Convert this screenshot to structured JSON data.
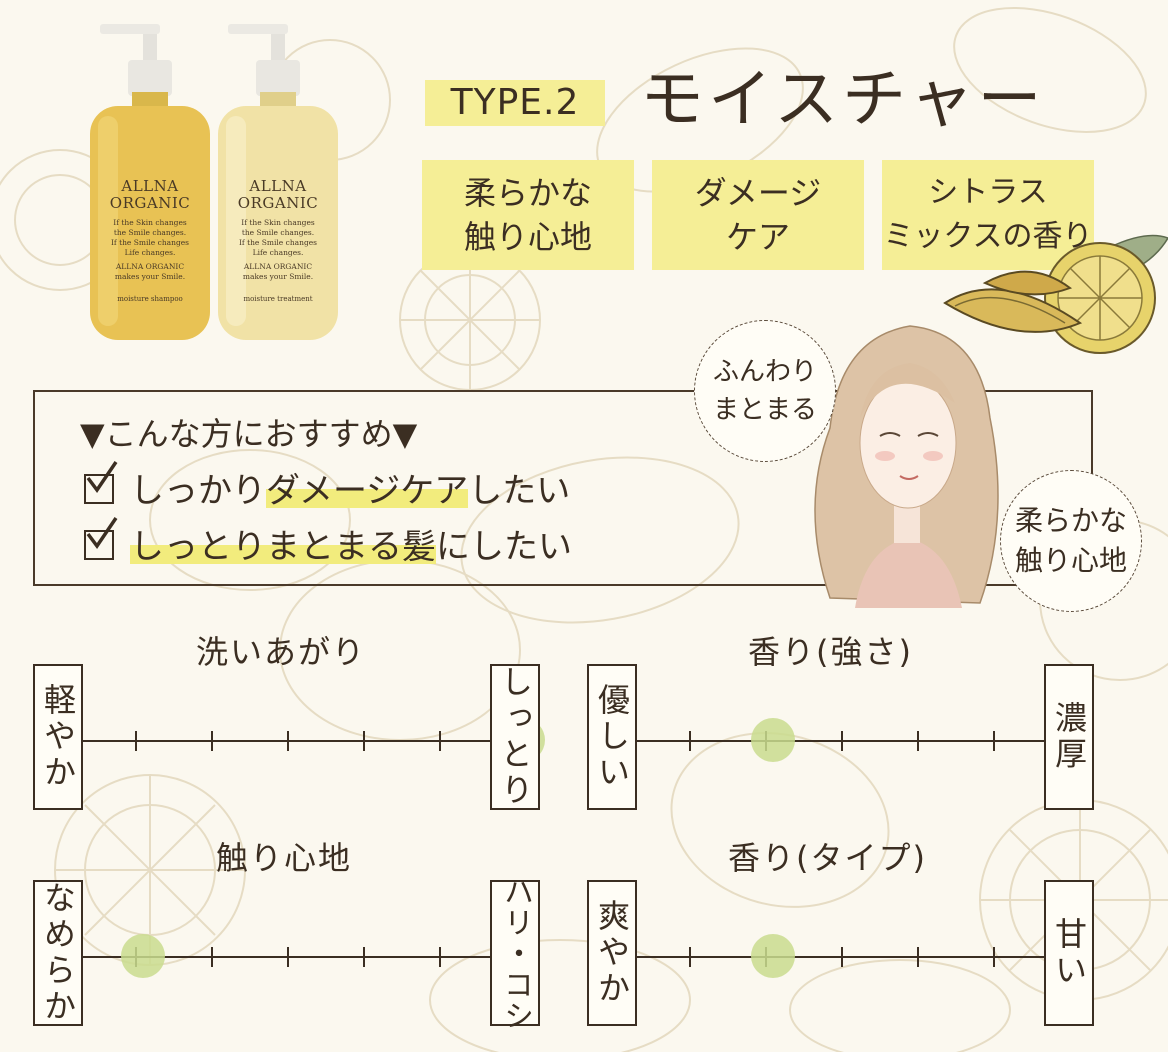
{
  "bottles": [
    {
      "brand_line1": "ALLNA",
      "brand_line2": "ORGANIC",
      "tagline": [
        "If the Skin changes",
        "the Smile changes.",
        "If the Smile changes",
        "Life changes."
      ],
      "tagline2": [
        "ALLNA ORGANIC",
        "makes your Smile."
      ],
      "product": "moisture shampoo"
    },
    {
      "brand_line1": "ALLNA",
      "brand_line2": "ORGANIC",
      "tagline": [
        "If the Skin changes",
        "the Smile changes.",
        "If the Smile changes",
        "Life changes."
      ],
      "tagline2": [
        "ALLNA ORGANIC",
        "makes your Smile."
      ],
      "product": "moisture treatment"
    }
  ],
  "type_label": "TYPE.2",
  "title": "モイスチャー",
  "features": [
    {
      "line1": "柔らかな",
      "line2": "触り心地"
    },
    {
      "line1": "ダメージ",
      "line2": "ケア"
    },
    {
      "line1": "シトラス",
      "line2": "ミックスの香り"
    }
  ],
  "recommend": {
    "heading": "▼こんな方におすすめ▼",
    "items": [
      {
        "pre": "しっかり",
        "highlight": "ダメージケア",
        "post": "したい"
      },
      {
        "pre": "",
        "highlight": "しっとりまとまる髪",
        "post": "にしたい"
      }
    ]
  },
  "bubbles": [
    {
      "line1": "ふんわり",
      "line2": "まとまる"
    },
    {
      "line1": "柔らかな",
      "line2": "触り心地"
    }
  ],
  "scales": [
    {
      "title": "洗いあがり",
      "left": "軽やか",
      "right": "しっとり",
      "value": 5,
      "steps": 6
    },
    {
      "title": "香り(強さ)",
      "left": "優しい",
      "right": "濃厚",
      "value": 1,
      "steps": 6
    },
    {
      "title": "触り心地",
      "left": "なめらか",
      "right": "ハリ・コシ",
      "value": 0,
      "steps": 6
    },
    {
      "title": "香り(タイプ)",
      "left": "爽やか",
      "right": "甘い",
      "value": 1,
      "steps": 6
    }
  ],
  "colors": {
    "accent_yellow": "#f5ee96",
    "marker_green": "#c9dc8e",
    "text_brown": "#3b2e22",
    "background": "#fbf8ef"
  }
}
